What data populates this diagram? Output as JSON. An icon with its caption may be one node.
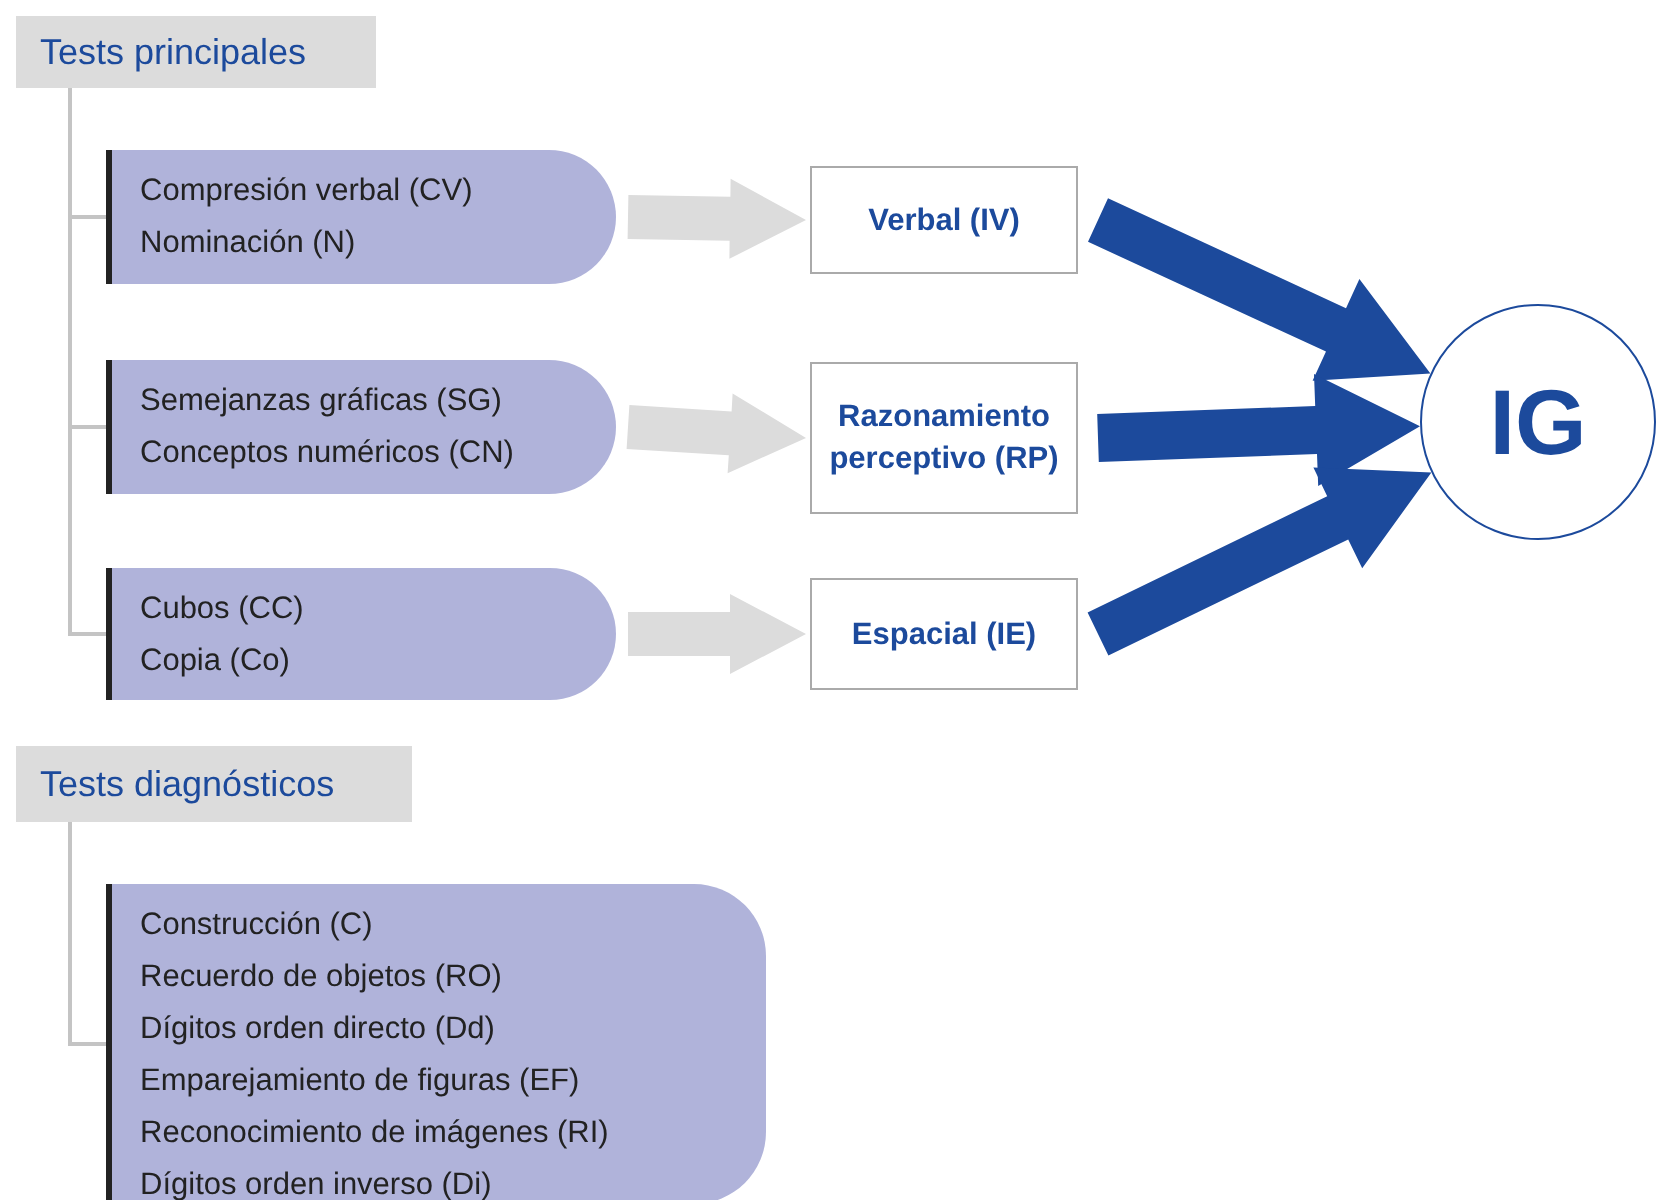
{
  "diagram": {
    "nodes": [
      {
        "text": [
          "Tests principales"
        ]
      },
      {
        "text": [
          "Compresión verbal (CV)",
          "Nominación (N)"
        ]
      },
      {
        "text": [
          "Semejanzas gráficas (SG)",
          "Conceptos numéricos (CN)"
        ]
      },
      {
        "text": [
          "Cubos (CC)",
          "Copia (Co)"
        ]
      },
      {
        "text": [
          "Verbal (IV)"
        ]
      },
      {
        "text": [
          "Razonamiento perceptivo (RP)"
        ]
      },
      {
        "text": [
          "Espacial (IE)"
        ]
      },
      {
        "text": [
          "IG"
        ]
      },
      {
        "text": [
          "Tests diagnósticos"
        ]
      },
      {
        "text": [
          "Construcción (C)",
          "Recuerdo de objetos (RO)",
          "Dígitos orden directo (Dd)",
          "Emparejamiento de figuras (EF)",
          "Reconocimiento de imágenes (RI)",
          "Dígitos orden inverso (Di)"
        ]
      }
    ],
    "edges": [
      {
        "from": 0,
        "to": 1,
        "arrow": "none"
      },
      {
        "from": 0,
        "to": 2,
        "arrow": "none"
      },
      {
        "from": 0,
        "to": 3,
        "arrow": "none"
      },
      {
        "from": 1,
        "to": 4,
        "arrow": "to",
        "style": "thick",
        "color": "#dcdcdc"
      },
      {
        "from": 2,
        "to": 5,
        "arrow": "to",
        "style": "thick",
        "color": "#dcdcdc"
      },
      {
        "from": 3,
        "to": 6,
        "arrow": "to",
        "style": "thick",
        "color": "#dcdcdc"
      },
      {
        "from": 4,
        "to": 7,
        "arrow": "to",
        "style": "thick",
        "color": "#1c4a9c"
      },
      {
        "from": 5,
        "to": 7,
        "arrow": "to",
        "style": "thick",
        "color": "#1c4a9c"
      },
      {
        "from": 6,
        "to": 7,
        "arrow": "to",
        "style": "thick",
        "color": "#1c4a9c"
      },
      {
        "from": 8,
        "to": 9,
        "arrow": "none"
      }
    ]
  }
}
